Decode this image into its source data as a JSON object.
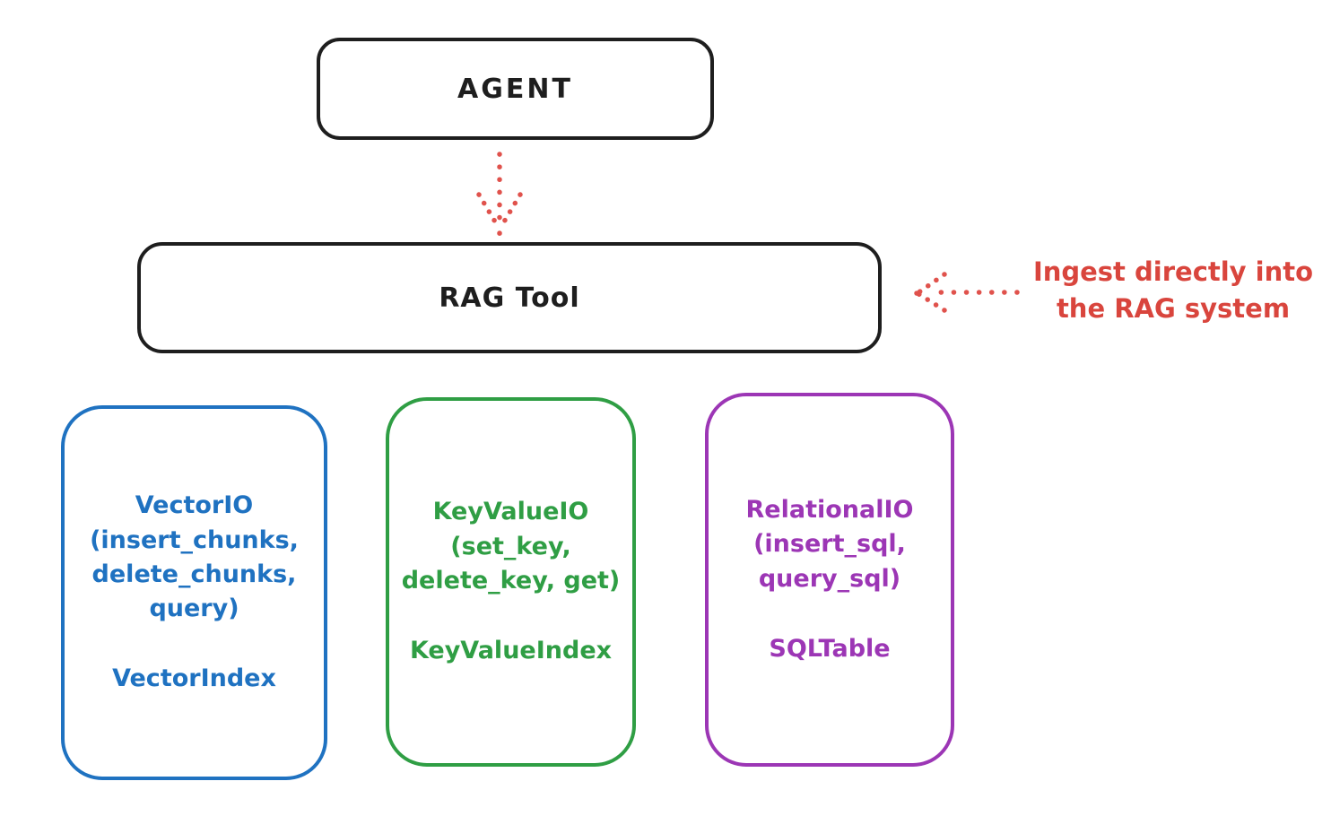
{
  "colors": {
    "stroke_black": "#1e1e1e",
    "accent_red": "#e0524c",
    "accent_blue": "#1f72c1",
    "accent_green": "#2f9e44",
    "accent_purple": "#9c36b5",
    "background": "#ffffff"
  },
  "nodes": {
    "agent": {
      "label": "AGENT"
    },
    "rag_tool": {
      "label": "RAG Tool"
    },
    "vector_io": {
      "lines": [
        "VectorIO",
        "(insert_chunks,",
        "delete_chunks,",
        "query)"
      ],
      "footer": "VectorIndex"
    },
    "key_value_io": {
      "lines": [
        "KeyValueIO",
        "(set_key,",
        "delete_key, get)"
      ],
      "footer": "KeyValueIndex"
    },
    "relational_io": {
      "lines": [
        "RelationalIO",
        "(insert_sql,",
        "query_sql)"
      ],
      "footer": "SQLTable"
    }
  },
  "annotation": {
    "line1": "Ingest directly into",
    "line2": "the RAG system"
  },
  "arrows": {
    "agent_to_rag_tool": "dotted red arrow from AGENT down to RAG Tool",
    "ingest_to_rag_tool": "dotted red arrow pointing left into RAG Tool"
  }
}
